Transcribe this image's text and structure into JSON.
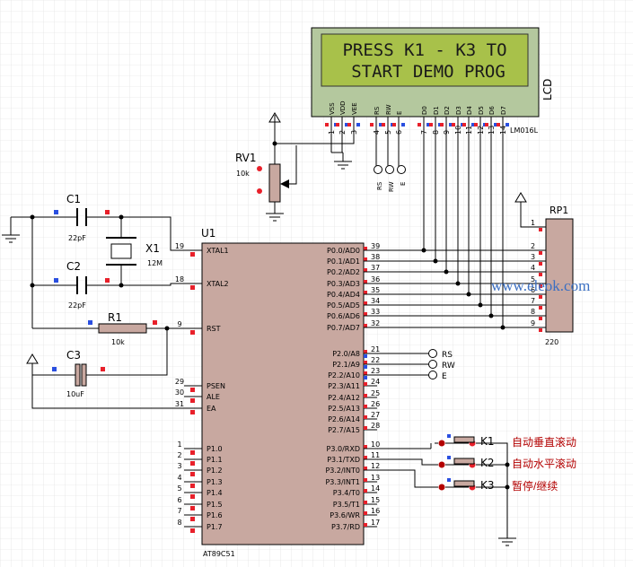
{
  "lcd": {
    "label": "LCD",
    "part": "LM016L",
    "line1": "PRESS K1 - K3 TO",
    "line2": "START DEMO PROG",
    "pins": [
      "VSS",
      "VDD",
      "VEE",
      "RS",
      "RW",
      "E",
      "D0",
      "D1",
      "D2",
      "D3",
      "D4",
      "D5",
      "D6",
      "D7"
    ],
    "pin_numbers": [
      "1",
      "2",
      "3",
      "4",
      "5",
      "6",
      "7",
      "8",
      "9",
      "10",
      "11",
      "12",
      "13",
      "14"
    ]
  },
  "mcu": {
    "ref": "U1",
    "part": "AT89C51",
    "left_pins": [
      {
        "num": "19",
        "name": "XTAL1"
      },
      {
        "num": "18",
        "name": "XTAL2"
      },
      {
        "num": "9",
        "name": "RST"
      },
      {
        "num": "29",
        "name": "PSEN"
      },
      {
        "num": "30",
        "name": "ALE"
      },
      {
        "num": "31",
        "name": "EA"
      },
      {
        "num": "1",
        "name": "P1.0"
      },
      {
        "num": "2",
        "name": "P1.1"
      },
      {
        "num": "3",
        "name": "P1.2"
      },
      {
        "num": "4",
        "name": "P1.3"
      },
      {
        "num": "5",
        "name": "P1.4"
      },
      {
        "num": "6",
        "name": "P1.5"
      },
      {
        "num": "7",
        "name": "P1.6"
      },
      {
        "num": "8",
        "name": "P1.7"
      }
    ],
    "right_pins": [
      {
        "num": "39",
        "name": "P0.0/AD0"
      },
      {
        "num": "38",
        "name": "P0.1/AD1"
      },
      {
        "num": "37",
        "name": "P0.2/AD2"
      },
      {
        "num": "36",
        "name": "P0.3/AD3"
      },
      {
        "num": "35",
        "name": "P0.4/AD4"
      },
      {
        "num": "34",
        "name": "P0.5/AD5"
      },
      {
        "num": "33",
        "name": "P0.6/AD6"
      },
      {
        "num": "32",
        "name": "P0.7/AD7"
      },
      {
        "num": "21",
        "name": "P2.0/A8"
      },
      {
        "num": "22",
        "name": "P2.1/A9"
      },
      {
        "num": "23",
        "name": "P2.2/A10"
      },
      {
        "num": "24",
        "name": "P2.3/A11"
      },
      {
        "num": "25",
        "name": "P2.4/A12"
      },
      {
        "num": "26",
        "name": "P2.5/A13"
      },
      {
        "num": "27",
        "name": "P2.6/A14"
      },
      {
        "num": "28",
        "name": "P2.7/A15"
      },
      {
        "num": "10",
        "name": "P3.0/RXD"
      },
      {
        "num": "11",
        "name": "P3.1/TXD"
      },
      {
        "num": "12",
        "name": "P3.2/INT0"
      },
      {
        "num": "13",
        "name": "P3.3/INT1"
      },
      {
        "num": "14",
        "name": "P3.4/T0"
      },
      {
        "num": "15",
        "name": "P3.5/T1"
      },
      {
        "num": "16",
        "name": "P3.6/WR"
      },
      {
        "num": "17",
        "name": "P3.7/RD"
      }
    ]
  },
  "rp1": {
    "ref": "RP1",
    "value": "220",
    "pins": [
      "1",
      "2",
      "3",
      "4",
      "5",
      "6",
      "7",
      "8",
      "9"
    ]
  },
  "rv1": {
    "ref": "RV1",
    "value": "10k"
  },
  "c1": {
    "ref": "C1",
    "value": "22pF"
  },
  "c2": {
    "ref": "C2",
    "value": "22pF"
  },
  "c3": {
    "ref": "C3",
    "value": "10uF"
  },
  "x1": {
    "ref": "X1",
    "value": "12M"
  },
  "r1": {
    "ref": "R1",
    "value": "10k"
  },
  "probes": {
    "lcd_rs": "RS",
    "lcd_rw": "RW",
    "lcd_e": "E",
    "p2_rs": "RS",
    "p2_rw": "RW",
    "p2_e": "E"
  },
  "keys": [
    {
      "ref": "K1",
      "label": "自动垂直滚动"
    },
    {
      "ref": "K2",
      "label": "自动水平滚动"
    },
    {
      "ref": "K3",
      "label": "暂停/继续"
    }
  ],
  "watermark": "www.eleok.com",
  "colors": {
    "wire": "#000000",
    "chip_fill": "#c8a8a0",
    "lcd_fill": "#b4c89e",
    "lcd_screen": "#a8c14a",
    "pin_red": "#e8202a",
    "pin_blue": "#2a4fe0",
    "key_red": "#b30000",
    "grid": "#d8d8d8"
  }
}
